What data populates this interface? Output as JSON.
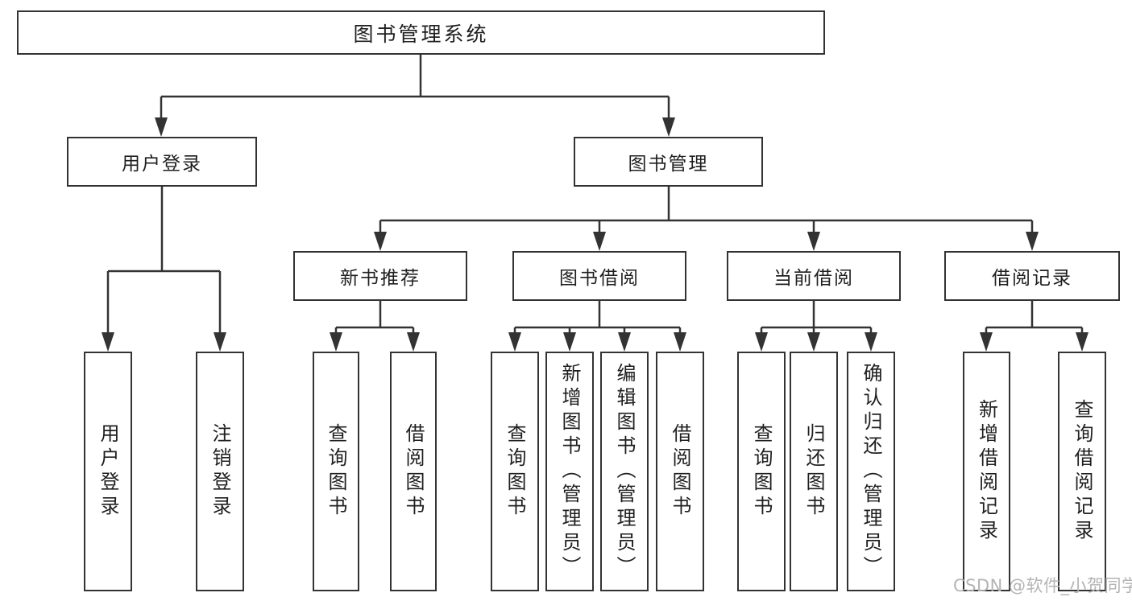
{
  "nodes": {
    "root": "图书管理系统",
    "user_login": "用户登录",
    "book_management": "图书管理",
    "login_action": "用户登录",
    "logout_action": "注销登录",
    "new_book_recommend": "新书推荐",
    "book_borrow": "图书借阅",
    "current_borrow": "当前借阅",
    "borrow_record": "借阅记录",
    "nb_query_book": "查询图书",
    "nb_borrow_book": "借阅图书",
    "bb_query_book": "查询图书",
    "bb_add_book": "新增图书（管理员）",
    "bb_edit_book": "编辑图书（管理员）",
    "bb_borrow_book": "借阅图书",
    "cb_query_book": "查询图书",
    "cb_return_book": "归还图书",
    "cb_confirm_return": "确认归还（管理员）",
    "br_add_record": "新增借阅记录",
    "br_query_record": "查询借阅记录"
  },
  "edges": [
    [
      "root",
      "user_login"
    ],
    [
      "root",
      "book_management"
    ],
    [
      "user_login",
      "login_action"
    ],
    [
      "user_login",
      "logout_action"
    ],
    [
      "book_management",
      "new_book_recommend"
    ],
    [
      "book_management",
      "book_borrow"
    ],
    [
      "book_management",
      "current_borrow"
    ],
    [
      "book_management",
      "borrow_record"
    ],
    [
      "new_book_recommend",
      "nb_query_book"
    ],
    [
      "new_book_recommend",
      "nb_borrow_book"
    ],
    [
      "book_borrow",
      "bb_query_book"
    ],
    [
      "book_borrow",
      "bb_add_book"
    ],
    [
      "book_borrow",
      "bb_edit_book"
    ],
    [
      "book_borrow",
      "bb_borrow_book"
    ],
    [
      "current_borrow",
      "cb_query_book"
    ],
    [
      "current_borrow",
      "cb_return_book"
    ],
    [
      "current_borrow",
      "cb_confirm_return"
    ],
    [
      "borrow_record",
      "br_add_record"
    ],
    [
      "borrow_record",
      "br_query_record"
    ]
  ],
  "watermark": "CSDN @软件_小贺同学",
  "colors": {
    "line": "#333333",
    "text": "#1f1f1f",
    "watermark": "#b4b4b4",
    "background": "#ffffff"
  }
}
